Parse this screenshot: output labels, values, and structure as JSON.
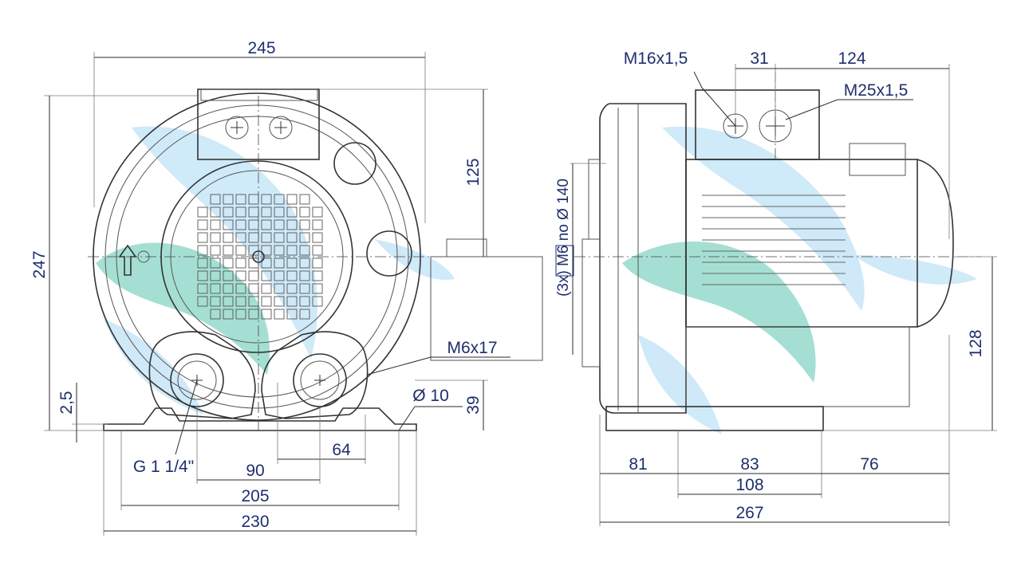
{
  "front_view": {
    "dims": {
      "overall_width": "245",
      "height_top": "125",
      "overall_height": "247",
      "foot_thickness": "2,5",
      "foot_height": "39",
      "hole_dia": "Ø 10",
      "bolt": "M6x17",
      "port_thread": "G 1 1/4\"",
      "port_spacing": "90",
      "foot_offset": "64",
      "foot_holes": "205",
      "foot_width": "230"
    }
  },
  "side_view": {
    "dims": {
      "cable_gland_1": "M16x1,5",
      "gland_spacing": "31",
      "gland_offset": "124",
      "cable_gland_2": "M25x1,5",
      "flange_holes": "(3x) M6 no Ø 140",
      "axis_height": "128",
      "len_a": "81",
      "len_b": "83",
      "len_c": "76",
      "len_holes": "108",
      "overall_length": "267"
    }
  },
  "colors": {
    "dimension_text": "#1f2f6e",
    "watermark_light": "#9fd0f0",
    "watermark_teal": "#5cc6b0"
  }
}
